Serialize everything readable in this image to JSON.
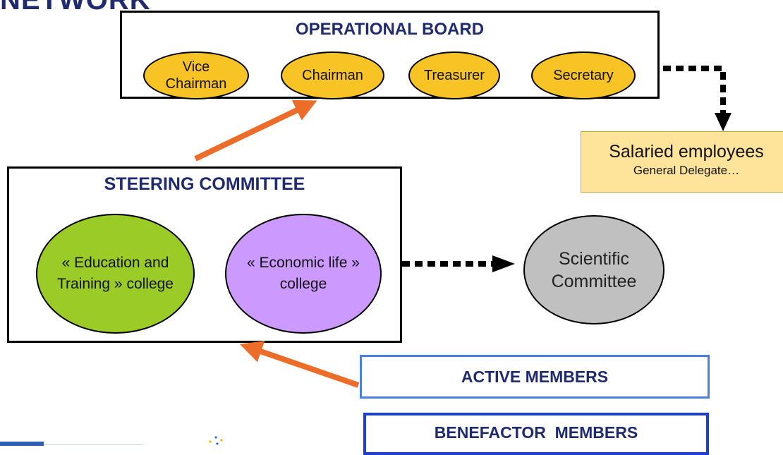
{
  "header": {
    "title_fragment": "NETWORK"
  },
  "operational_board": {
    "title": "OPERATIONAL BOARD",
    "roles": [
      "Vice Chairman",
      "Chairman",
      "Treasurer",
      "Secretary"
    ]
  },
  "steering_committee": {
    "title": "STEERING COMMITTEE",
    "colleges": [
      {
        "label": "« Education and Training » college",
        "color": "#9bcb27"
      },
      {
        "label": "« Economic life » college",
        "color": "#cc99ff"
      }
    ]
  },
  "scientific_committee": {
    "label": "Scientific Committee",
    "color": "#c0c0c0"
  },
  "salaried": {
    "title": "Salaried employees",
    "subtitle": "General Delegate…"
  },
  "members": {
    "active": "ACTIVE MEMBERS",
    "benefactor": "BENEFACTOR  MEMBERS"
  },
  "colors": {
    "board_role": "#f7c325",
    "arrow_orange": "#ec6d2a",
    "title_navy": "#1f2b6e"
  }
}
